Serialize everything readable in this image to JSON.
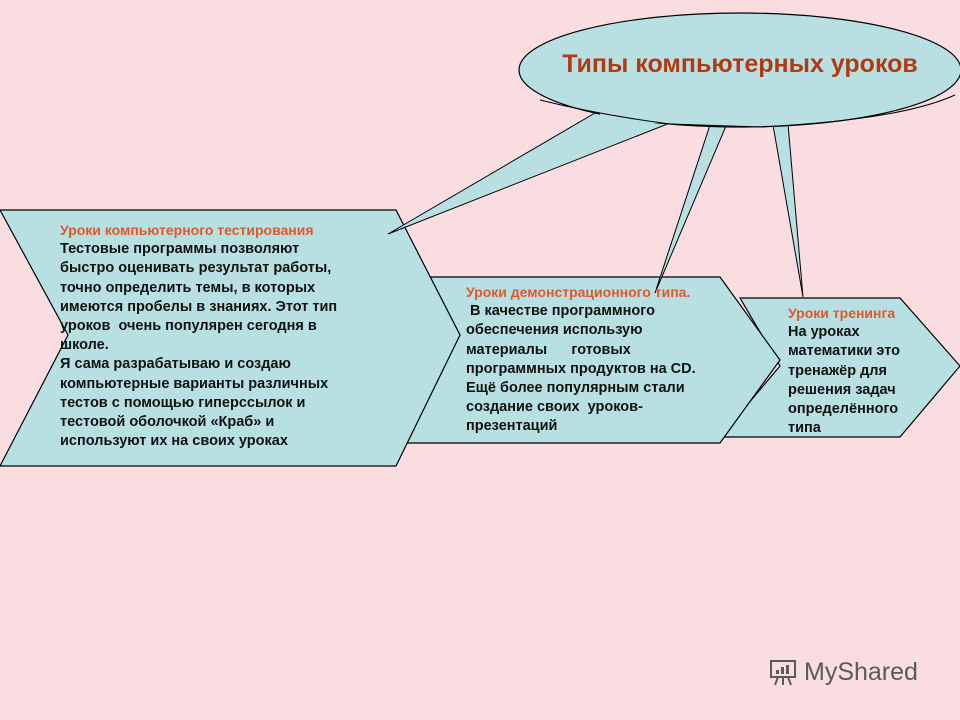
{
  "title": "Типы компьютерных уроков",
  "blocks": [
    {
      "heading": "Уроки компьютерного тестирования",
      "lines": [
        "Тестовые программы позволяют",
        "быстро оценивать результат работы,",
        "точно определить темы, в которых",
        "имеются пробелы в знаниях. Этот тип",
        "уроков  очень популярен сегодня в",
        "школе.",
        "Я сама разрабатываю и создаю",
        "компьютерные варианты различных",
        "тестов с помощью гиперссылок и",
        "тестовой оболочкой «Краб» и",
        "используют их на своих уроках"
      ]
    },
    {
      "heading": "Уроки демонстрационного типа.",
      "lines": [
        " В качестве программного",
        "обеспечения использую",
        "материалы      готовых",
        "программных продуктов на CD.",
        "Ещё более популярным стали",
        "создание своих  уроков-",
        "презентаций"
      ]
    },
    {
      "heading": "Уроки тренинга",
      "lines": [
        "На уроках",
        "математики это",
        "тренажёр для",
        "решения задач",
        "определённого",
        "типа"
      ]
    }
  ],
  "watermark": "MyShared",
  "colors": {
    "background": "#fadde1",
    "shape_fill": "#b8e0e2",
    "title": "#b03a14",
    "heading": "#e0582a"
  }
}
